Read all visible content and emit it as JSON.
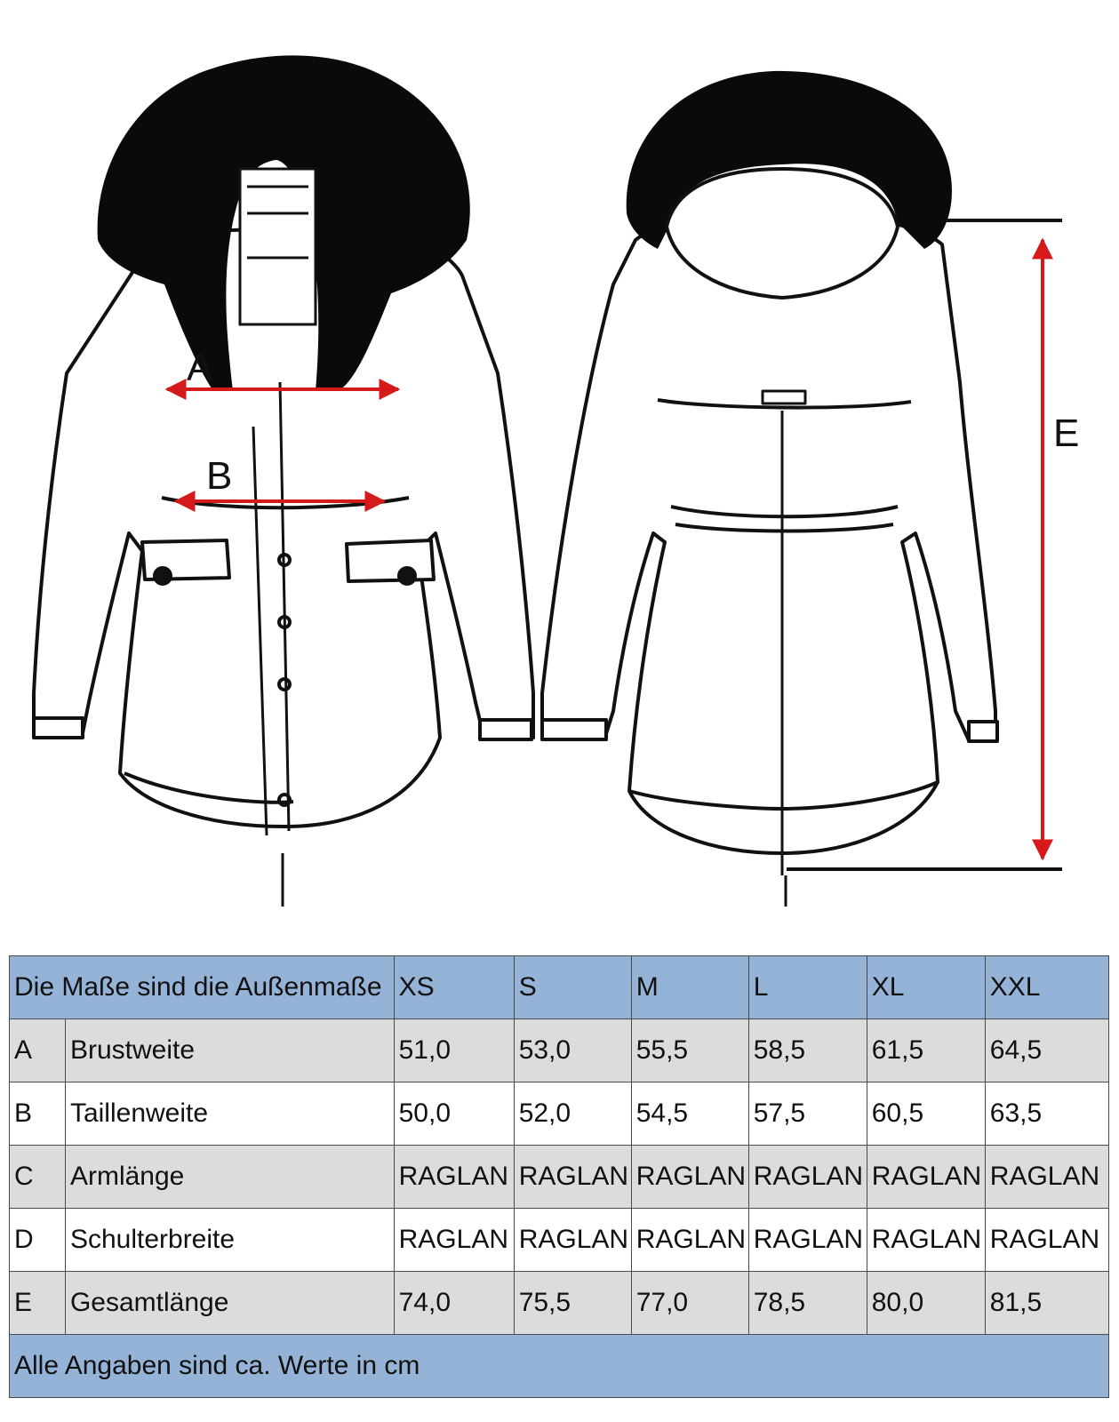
{
  "diagram": {
    "labels": {
      "a": "A",
      "b": "B",
      "e": "E"
    },
    "colors": {
      "measure_line": "#d41a1a",
      "outline": "#111111",
      "fur": "#0a0a0a"
    },
    "icons": [
      "jacket-front-icon",
      "jacket-back-icon"
    ]
  },
  "table": {
    "header": "Die Maße sind die Außenmaße",
    "sizes": [
      "XS",
      "S",
      "M",
      "L",
      "XL",
      "XXL"
    ],
    "rows": [
      {
        "code": "A",
        "name": "Brustweite",
        "values": [
          "51,0",
          "53,0",
          "55,5",
          "58,5",
          "61,5",
          "64,5"
        ]
      },
      {
        "code": "B",
        "name": "Taillenweite",
        "values": [
          "50,0",
          "52,0",
          "54,5",
          "57,5",
          "60,5",
          "63,5"
        ]
      },
      {
        "code": "C",
        "name": "Armlänge",
        "values": [
          "RAGLAN",
          "RAGLAN",
          "RAGLAN",
          "RAGLAN",
          "RAGLAN",
          "RAGLAN"
        ]
      },
      {
        "code": "D",
        "name": "Schulterbreite",
        "values": [
          "RAGLAN",
          "RAGLAN",
          "RAGLAN",
          "RAGLAN",
          "RAGLAN",
          "RAGLAN"
        ]
      },
      {
        "code": "E",
        "name": "Gesamtlänge",
        "values": [
          "74,0",
          "75,5",
          "77,0",
          "78,5",
          "80,0",
          "81,5"
        ]
      }
    ],
    "footer": "Alle Angaben sind ca. Werte in cm",
    "colors": {
      "header_bg": "#95b3d7",
      "row_alt_bg": "#dcdcdc"
    }
  }
}
